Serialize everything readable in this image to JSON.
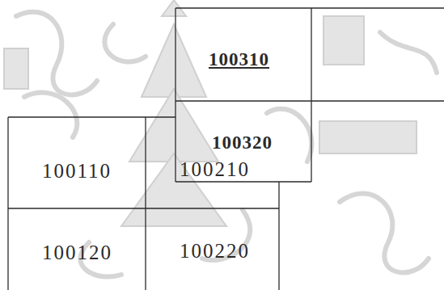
{
  "diagram": {
    "nodes": [
      {
        "text": [
          "100310"
        ]
      },
      {
        "text": [
          "100320"
        ]
      },
      {
        "text": [
          "100110"
        ]
      },
      {
        "text": [
          "100210"
        ]
      },
      {
        "text": [
          "100120"
        ]
      },
      {
        "text": [
          "100220"
        ]
      }
    ]
  }
}
